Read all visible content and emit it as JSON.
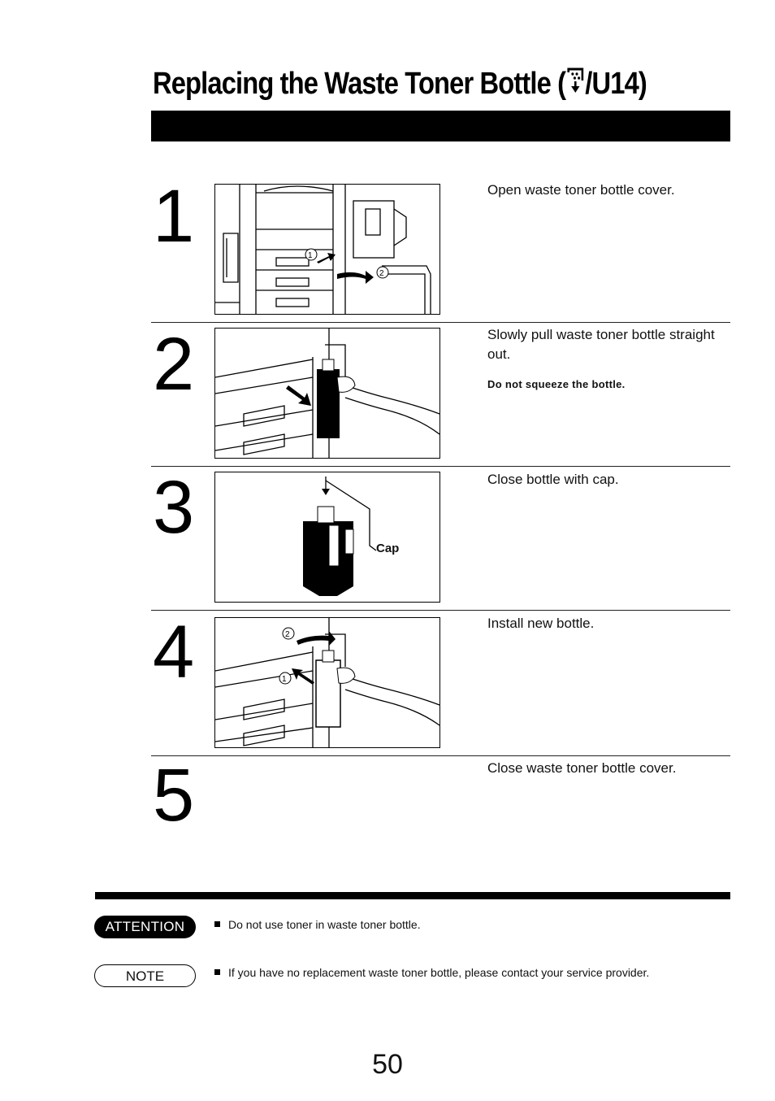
{
  "page": {
    "title": "Replacing the Waste Toner Bottle (",
    "title_suffix": "/U14)",
    "page_number": "50"
  },
  "steps": [
    {
      "number": "1",
      "instruction": "Open waste toner bottle cover.",
      "note": ""
    },
    {
      "number": "2",
      "instruction": "Slowly pull waste toner bottle straight out.",
      "note": "Do not squeeze the bottle."
    },
    {
      "number": "3",
      "instruction": "Close bottle with cap.",
      "note": "",
      "image_label": "Cap"
    },
    {
      "number": "4",
      "instruction": "Install new bottle.",
      "note": ""
    },
    {
      "number": "5",
      "instruction": "Close waste toner bottle cover.",
      "note": ""
    }
  ],
  "attention": {
    "label": "ATTENTION",
    "message": "Do not use toner in waste toner bottle."
  },
  "note": {
    "label": "NOTE",
    "message": "If you have no replacement waste toner bottle, please contact your service provider."
  },
  "icons": [
    "waste-toner-icon",
    "copier-illustration",
    "bottle-illustration"
  ]
}
